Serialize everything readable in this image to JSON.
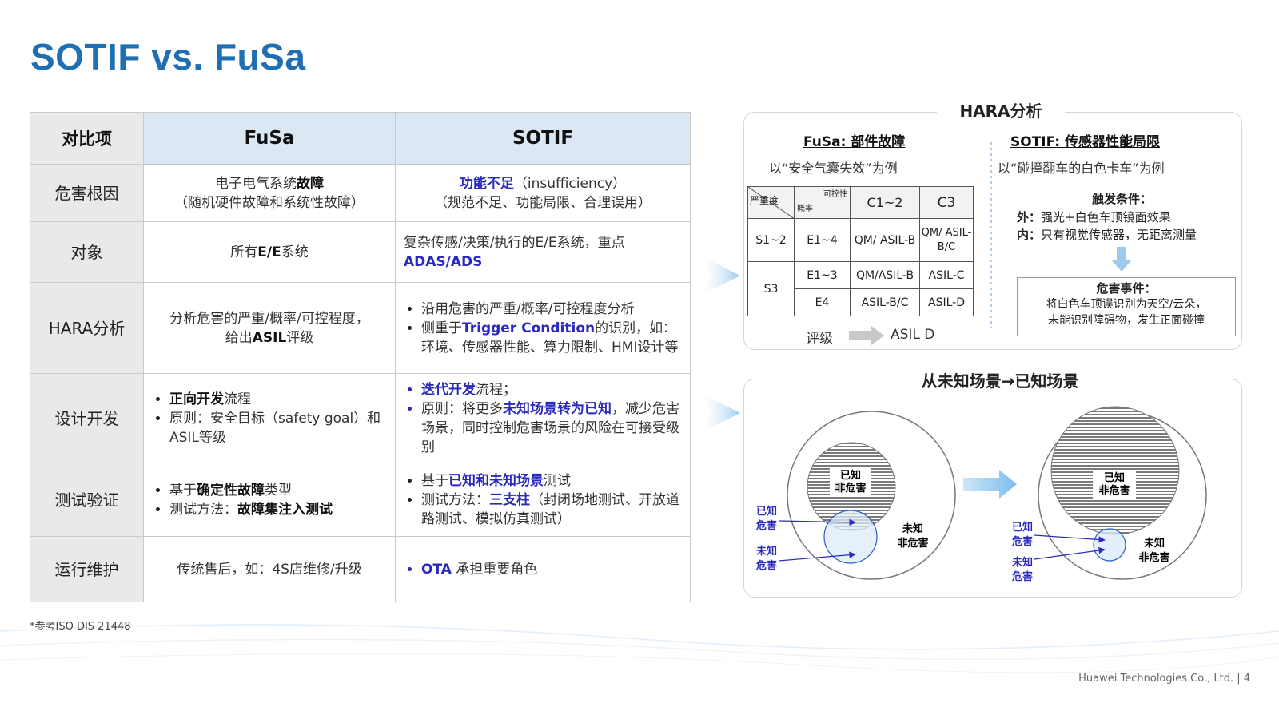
{
  "title": "SOTIF vs. FuSa",
  "table": {
    "headers": [
      "对比项",
      "FuSa",
      "SOTIF"
    ],
    "rows": {
      "hazard": {
        "label": "危害根因",
        "fusa_pre": "电子电气系统",
        "fusa_bold": "故障",
        "fusa_line2": "（随机硬件故障和系统性故障）",
        "sotif_bold": "功能不足",
        "sotif_rest": "（insufficiency）",
        "sotif_line2": "（规范不足、功能局限、合理误用）"
      },
      "object": {
        "label": "对象",
        "fusa_pre": "所有",
        "fusa_bold": "E/E",
        "fusa_post": "系统",
        "sotif_text": "复杂传感/决策/执行的E/E系统，重点",
        "sotif_bold": "ADAS/ADS"
      },
      "hara": {
        "label": "HARA分析",
        "fusa_line1": "分析危害的严重/概率/可控程度，",
        "fusa_pre2": "给出",
        "fusa_bold2": "ASIL",
        "fusa_post2": "评级",
        "sotif_b1": "沿用危害的严重/概率/可控程度分析",
        "sotif_b2_pre": "侧重于",
        "sotif_b2_bold": "Trigger Condition",
        "sotif_b2_post": "的识别，如：环境、传感器性能、算力限制、HMI设计等"
      },
      "design": {
        "label": "设计开发",
        "fusa_b1_bold": "正向开发",
        "fusa_b1_post": "流程",
        "fusa_b2": "原则：安全目标（safety goal）和ASIL等级",
        "sotif_b1_bold": "迭代开发",
        "sotif_b1_post": "流程；",
        "sotif_b2_pre": "原则：将更多",
        "sotif_b2_bold": "未知场景转为已知",
        "sotif_b2_post": "，减少危害场景，同时控制危害场景的风险在可接受级别"
      },
      "test": {
        "label": "测试验证",
        "fusa_b1_pre": "基于",
        "fusa_b1_bold": "确定性故障",
        "fusa_b1_post": "类型",
        "fusa_b2_pre": "测试方法：",
        "fusa_b2_bold": "故障集注入测试",
        "sotif_b1_pre": "基于",
        "sotif_b1_bold": "已知和未知场景",
        "sotif_b1_post": "测试",
        "sotif_b2_pre": "测试方法：",
        "sotif_b2_bold": "三支柱",
        "sotif_b2_post": "（封闭场地测试、开放道路测试、模拟仿真测试）"
      },
      "ops": {
        "label": "运行维护",
        "fusa_text": "传统售后，如：4S店维修/升级",
        "sotif_bold": "OTA",
        "sotif_post": " 承担重要角色"
      }
    }
  },
  "note": "*参考ISO DIS 21448",
  "footer": "Huawei Technologies Co., Ltd.  |  4",
  "hara_panel": {
    "title": "HARA分析",
    "fusa_head": "FuSa: 部件故障",
    "fusa_example": "以“安全气囊失效”为例",
    "grid": {
      "corner_severity": "严重度",
      "corner_prob": "概率",
      "corner_ctrl": "可控性",
      "col1": "C1~2",
      "col2": "C3",
      "r1_s": "S1~2",
      "r1_e": "E1~4",
      "r1_c1": "QM/ ASIL-B",
      "r1_c2": "QM/ ASIL-B/C",
      "r2_s": "S3",
      "r2_e": "E1~3",
      "r2_c1": "QM/ASIL-B",
      "r2_c2": "ASIL-C",
      "r3_e": "E4",
      "r3_c1": "ASIL-B/C",
      "r3_c2": "ASIL-D"
    },
    "rating_label": "评级",
    "rating_value": "ASIL D",
    "sotif_head": "SOTIF: 传感器性能局限",
    "sotif_example": "以“碰撞翻车的白色卡车”为例",
    "trigger_title": "触发条件：",
    "trigger_ext_label": "外：",
    "trigger_ext": "强光+白色车顶镜面效果",
    "trigger_int_label": "内：",
    "trigger_int": "只有视觉传感器，无距离测量",
    "event_title": "危害事件：",
    "event_line1": "将白色车顶误识别为天空/云朵，",
    "event_line2": "未能识别障碍物，发生正面碰撞"
  },
  "scene_panel": {
    "title": "从未知场景→已知场景",
    "known_safe_1": "已知",
    "known_safe_2": "非危害",
    "known_haz_1": "已知",
    "known_haz_2": "危害",
    "unknown_haz_1": "未知",
    "unknown_haz_2": "危害",
    "unknown_safe_1": "未知",
    "unknown_safe_2": "非危害"
  },
  "colors": {
    "title": "#1f6fb2",
    "accent": "#2a2ac0",
    "header_blue": "#dbe8f4",
    "label_gray": "#e9e9e9"
  }
}
